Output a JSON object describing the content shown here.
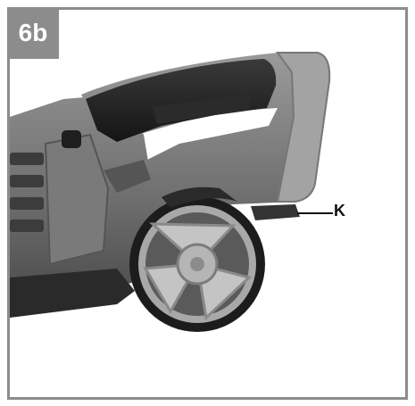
{
  "figure": {
    "step_label": "6b",
    "callout_label": "K",
    "frame_color": "#8c8c8c",
    "subject": "hedge-trimmer-rear-wheel-illustration"
  }
}
